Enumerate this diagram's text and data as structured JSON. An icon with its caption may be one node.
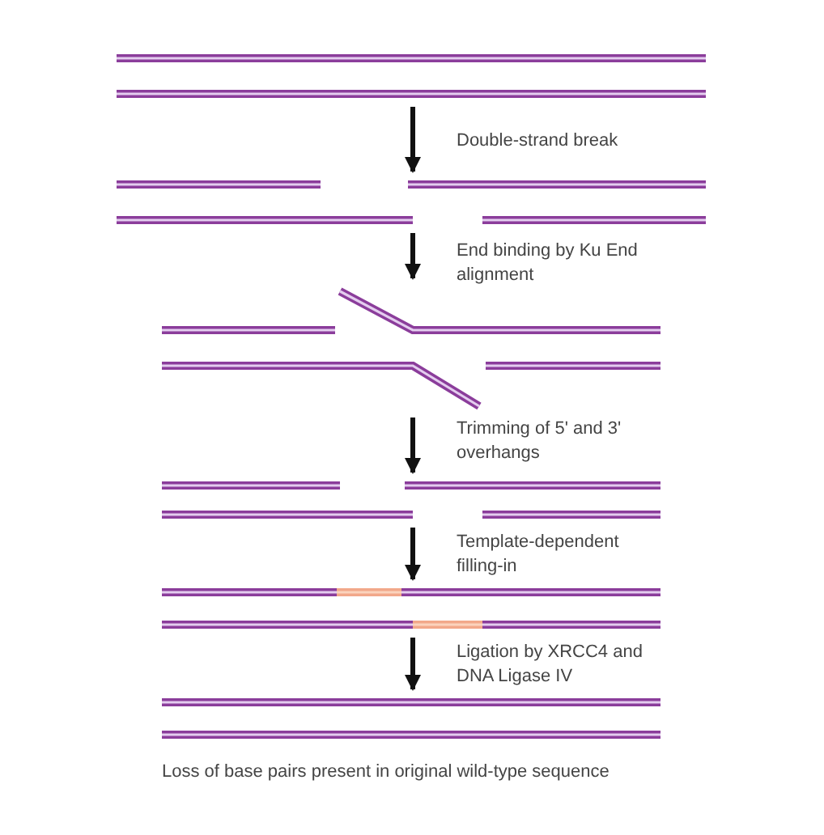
{
  "diagram": {
    "nodes": [
      {
        "text": [],
        "shape": "picture"
      },
      {
        "text": [],
        "shape": "picture"
      },
      {
        "text": [],
        "shape": "picture"
      },
      {
        "text": [],
        "shape": "picture"
      },
      {
        "text": [],
        "shape": "picture"
      },
      {
        "text": [],
        "shape": "picture"
      }
    ],
    "edges": [
      {
        "from": 0,
        "to": 1,
        "arrow": "to",
        "label": "Double-strand break"
      },
      {
        "from": 1,
        "to": 2,
        "arrow": "to",
        "label": "End binding by Ku End alignment"
      },
      {
        "from": 2,
        "to": 3,
        "arrow": "to",
        "label": "Trimming of 5' and 3' overhangs"
      },
      {
        "from": 3,
        "to": 4,
        "arrow": "to",
        "label": "Template-dependent filling-in"
      },
      {
        "from": 4,
        "to": 5,
        "arrow": "to",
        "label": "Ligation by XRCC4 and DNA Ligase IV"
      }
    ],
    "labels": [
      "Loss of base pairs present in original wild-type sequence"
    ]
  }
}
